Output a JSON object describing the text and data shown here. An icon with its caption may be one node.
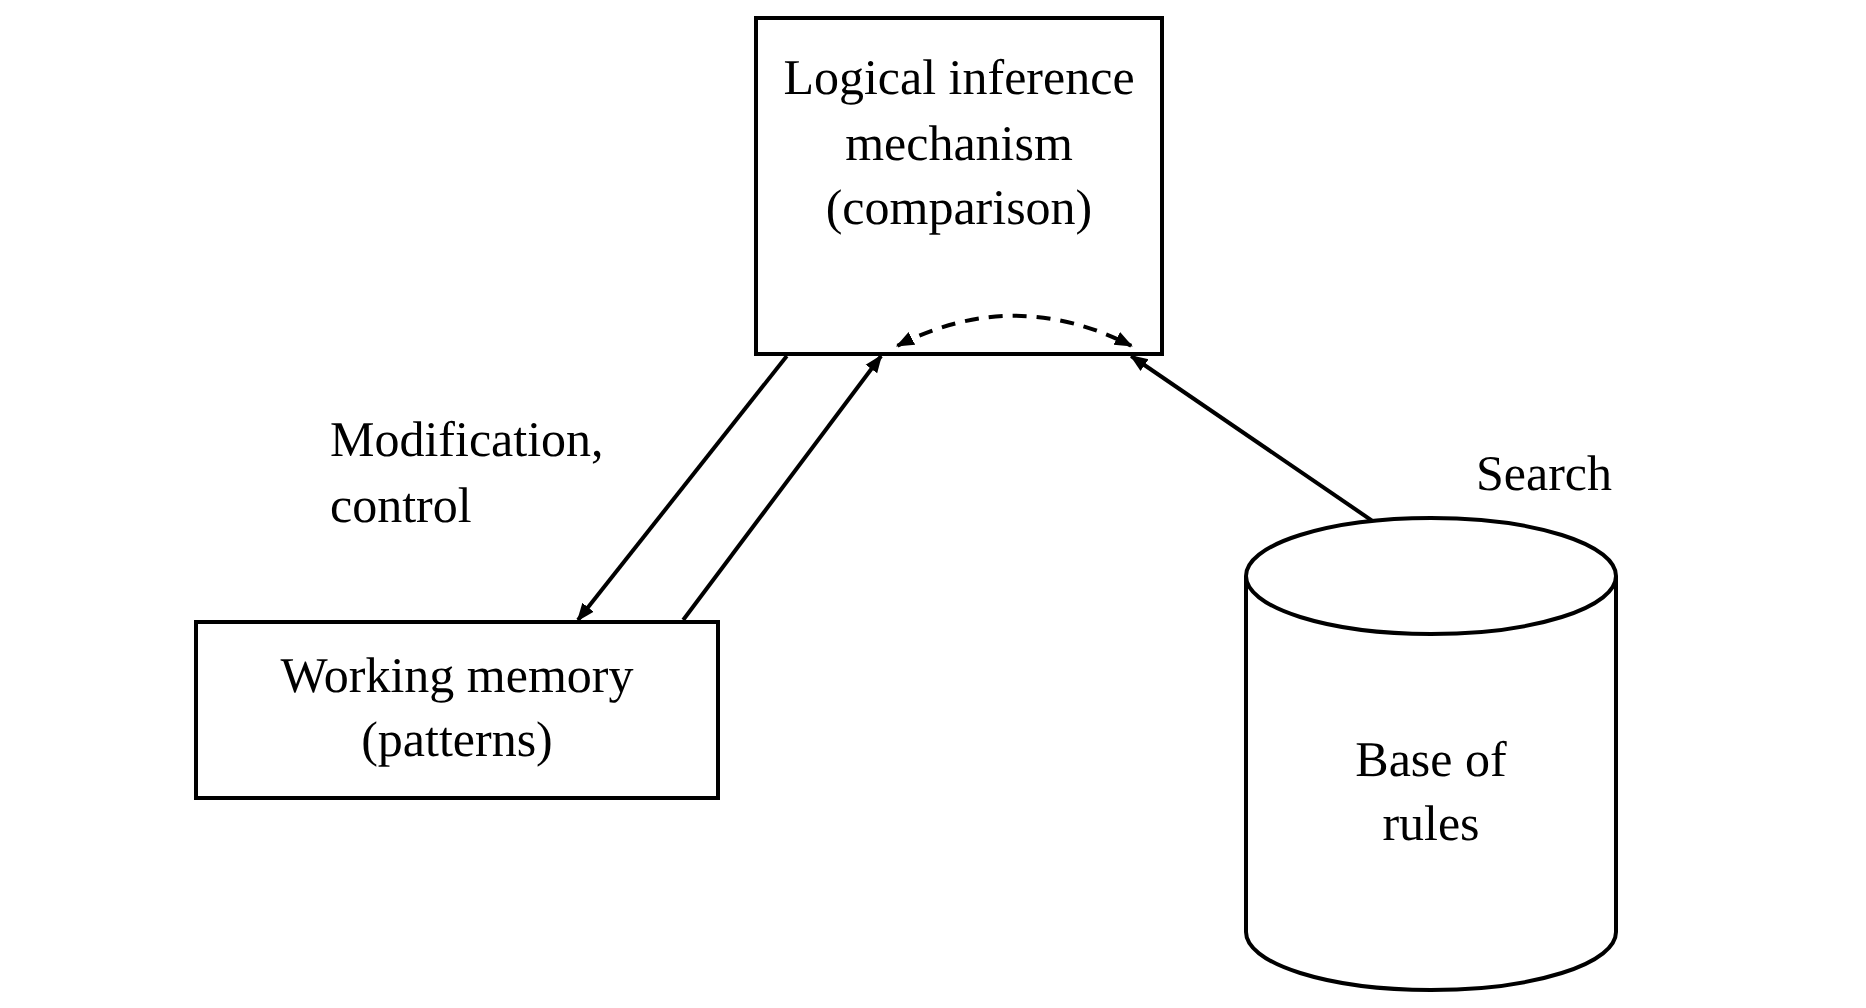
{
  "diagram": {
    "nodes": [
      {
        "text": [
          "Logical inference mechanism (comparison)"
        ]
      },
      {
        "text": [
          "Working memory (patterns)"
        ]
      },
      {
        "text": [
          "Base of rules"
        ]
      }
    ],
    "edges": [
      {
        "from": 0,
        "to": 1,
        "arrow": "to",
        "label": "Modification, control"
      },
      {
        "from": 1,
        "to": 0,
        "arrow": "to"
      },
      {
        "from": 2,
        "to": 0,
        "arrow": "to",
        "label": "Search"
      },
      {
        "from": 0,
        "to": 0,
        "arrow": "both",
        "style": "dashed"
      }
    ]
  }
}
